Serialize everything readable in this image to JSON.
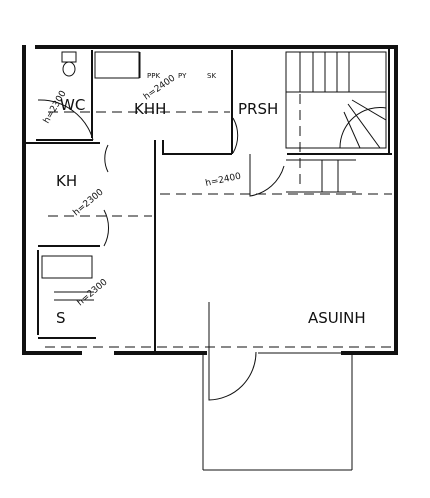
{
  "rooms": {
    "wc": "WC",
    "khh": "KHH",
    "prsh": "PRSH",
    "kh": "KH",
    "s": "S",
    "asuinh": "ASUINH"
  },
  "heights": {
    "wc": "h=2300",
    "khh": "h=2400",
    "kh": "h=2300",
    "main": "h=2400",
    "s": "h=2300"
  },
  "fixtures": {
    "ppk": "PPK",
    "py": "PY",
    "sk": "SK"
  },
  "colors": {
    "ink": "#111111",
    "background": "#ffffff"
  }
}
